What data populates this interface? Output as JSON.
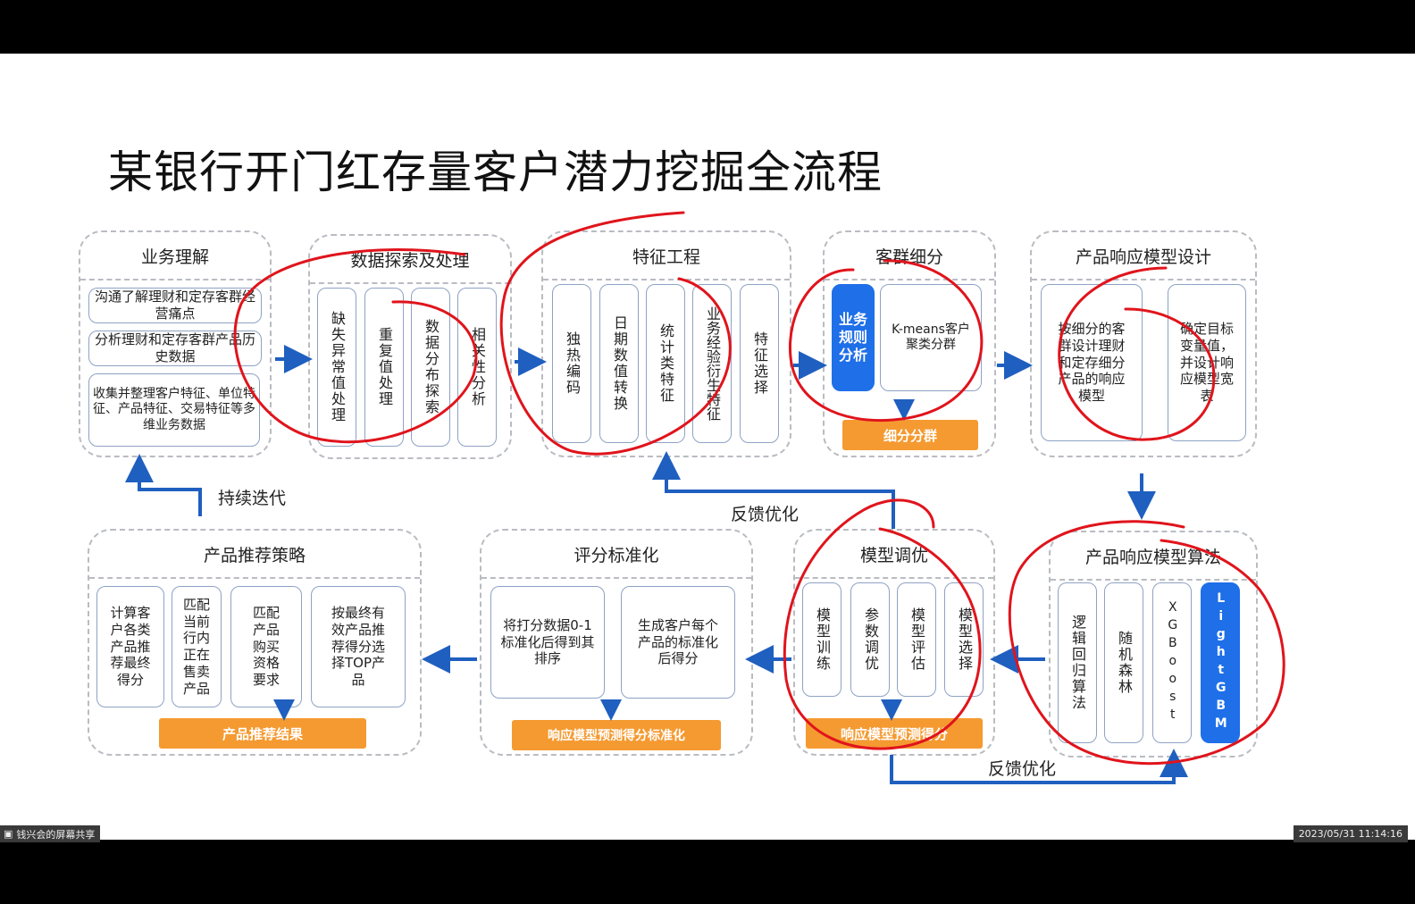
{
  "title": "某银行开门红存量客户潜力挖掘全流程",
  "stages": {
    "business": {
      "title": "业务理解",
      "items": [
        "沟通了解理财和定存客群经营痛点",
        "分析理财和定存客群产品历史数据",
        "收集并整理客户特征、单位特征、产品特征、交易特征等多维业务数据"
      ]
    },
    "data": {
      "title": "数据探索及处理",
      "items": [
        "缺失异常值处理",
        "重复值处理",
        "数据分布探索",
        "相关性分析"
      ]
    },
    "feature": {
      "title": "特征工程",
      "items": [
        "独热编码",
        "日期数值转换",
        "统计类特征",
        "业务经验衍生特征",
        "特征选择"
      ]
    },
    "segment": {
      "title": "客群细分",
      "rule": "业务规则分析",
      "kmeans": "K-means客户聚类分群",
      "result": "细分分群"
    },
    "design": {
      "title": "产品响应模型设计",
      "items": [
        "按细分的客群设计理财和定存细分产品的响应模型",
        "确定目标变量值，并设计响应模型宽表"
      ]
    },
    "algo": {
      "title": "产品响应模型算法",
      "items": [
        "逻辑回归算法",
        "随机森林",
        "XGBoost",
        "LightGBM"
      ]
    },
    "tuning": {
      "title": "模型调优",
      "items": [
        "模型训练",
        "参数调优",
        "模型评估",
        "模型选择"
      ],
      "result": "响应模型预测得分"
    },
    "score": {
      "title": "评分标准化",
      "items": [
        "将打分数据0-1标准化后得到其排序",
        "生成客户每个产品的标准化后得分"
      ],
      "result": "响应模型预测得分标准化"
    },
    "strategy": {
      "title": "产品推荐策略",
      "items": [
        "计算客户各类产品推荐最终得分",
        "匹配当前行内正在售卖产品",
        "匹配产品购买资格要求",
        "按最终有效产品推荐得分选择TOP产品"
      ],
      "result": "产品推荐结果"
    }
  },
  "labels": {
    "iterate": "持续迭代",
    "feedback1": "反馈优化",
    "feedback2": "反馈优化"
  },
  "statusbar": {
    "share": "钱兴会的屏幕共享",
    "timestamp": "2023/05/31 11:14:16"
  },
  "colors": {
    "blue": "#1e6fe8",
    "orange": "#f59a31",
    "arrow": "#1f5fbf",
    "annotation": "#e0141c"
  }
}
